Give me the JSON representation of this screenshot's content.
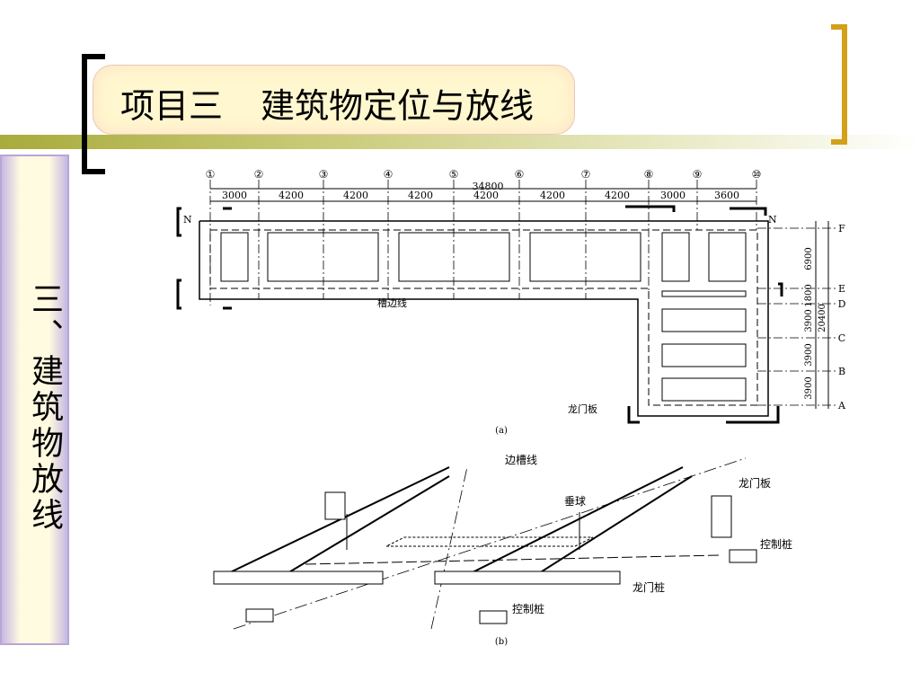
{
  "slide": {
    "title_part1": "项目三",
    "title_part2": "建筑物定位与放线",
    "sidebar_text": "三、建筑物放线"
  },
  "figure_a": {
    "axes": [
      "①",
      "②",
      "③",
      "④",
      "⑤",
      "⑥",
      "⑦",
      "⑧",
      "⑨",
      "⑩"
    ],
    "rows": [
      "F",
      "E",
      "D",
      "C",
      "B",
      "A"
    ],
    "total_width": "34800",
    "spans": [
      "3000",
      "4200",
      "4200",
      "4200",
      "4200",
      "4200",
      "4200",
      "3000",
      "3600"
    ],
    "right_dims": [
      "6900",
      "1800",
      "3900",
      "3900",
      "3900"
    ],
    "right_total": "20400",
    "north": "N",
    "groove_label": "槽边线",
    "board_label": "龙门板",
    "caption": "(a)"
  },
  "figure_b": {
    "groove_label": "边槽线",
    "plumb_label": "垂球",
    "board_label": "龙门板",
    "control_right": "控制桩",
    "pile_label": "龙门桩",
    "control_left": "控制桩",
    "caption": "(b)"
  },
  "colors": {
    "accent_gold": "#d4a017",
    "band": "#a9ab3c",
    "sidebar_border": "#b7a6d6"
  }
}
